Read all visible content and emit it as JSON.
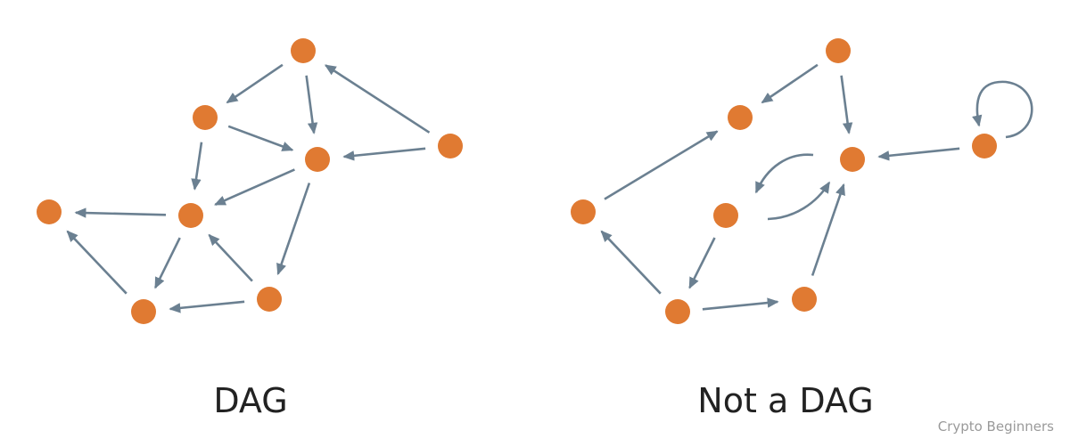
{
  "captions": {
    "left": "DAG",
    "right": "Not a DAG"
  },
  "watermark": "Crypto Beginners",
  "colors": {
    "node": "#E07A32",
    "edge": "#6B8091",
    "text": "#222222",
    "watermark": "#9A9A9A"
  },
  "graphs": [
    {
      "id": "dag",
      "nodes": [
        "a",
        "b",
        "c",
        "d",
        "e",
        "f",
        "g",
        "h",
        "i"
      ],
      "edges": [
        {
          "from": "a",
          "to": "b"
        },
        {
          "from": "a",
          "to": "c"
        },
        {
          "from": "d",
          "to": "a"
        },
        {
          "from": "b",
          "to": "c"
        },
        {
          "from": "d",
          "to": "c"
        },
        {
          "from": "b",
          "to": "e"
        },
        {
          "from": "c",
          "to": "e"
        },
        {
          "from": "e",
          "to": "f"
        },
        {
          "from": "c",
          "to": "h"
        },
        {
          "from": "e",
          "to": "g"
        },
        {
          "from": "h",
          "to": "e"
        },
        {
          "from": "h",
          "to": "g"
        },
        {
          "from": "g",
          "to": "f"
        }
      ]
    },
    {
      "id": "not-dag",
      "nodes": [
        "a",
        "b",
        "c",
        "d",
        "e",
        "f",
        "g",
        "h"
      ],
      "edges": [
        {
          "from": "a",
          "to": "b"
        },
        {
          "from": "a",
          "to": "c"
        },
        {
          "from": "d",
          "to": "c"
        },
        {
          "from": "d",
          "to": "d"
        },
        {
          "from": "e",
          "to": "b"
        },
        {
          "from": "c",
          "to": "f"
        },
        {
          "from": "f",
          "to": "c"
        },
        {
          "from": "f",
          "to": "g"
        },
        {
          "from": "g",
          "to": "e"
        },
        {
          "from": "g",
          "to": "h"
        },
        {
          "from": "h",
          "to": "c"
        }
      ]
    }
  ]
}
